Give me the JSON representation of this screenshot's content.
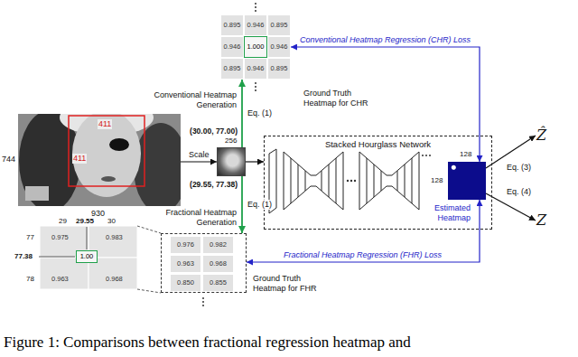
{
  "diagram": {
    "caption": "Figure 1: Comparisons between fractional regression heatmap and",
    "nodes": [
      {
        "text": [
          "411",
          "411"
        ]
      },
      {
        "text": [
          "(30.00, 77.00)",
          "(29.55, 77.38)"
        ]
      },
      {
        "text": [
          "Ground Truth Heatmap for CHR"
        ]
      },
      {
        "text": [
          "Ground Truth Heatmap for FHR"
        ]
      },
      {
        "text": [
          "Stacked Hourglass Network"
        ]
      },
      {
        "text": [
          "Estimated Heatmap"
        ],
        "in": 4
      },
      {
        "text": [
          "Ẑ"
        ]
      },
      {
        "text": [
          "Z"
        ]
      }
    ],
    "edges": [
      {
        "from": 0,
        "to": 1,
        "label": "Scale",
        "arrow": "to"
      },
      {
        "from": 1,
        "to": 2,
        "label": "Eq. (1)",
        "arrow": "to"
      },
      {
        "from": 1,
        "to": 3,
        "label": "Eq. (1)",
        "arrow": "to"
      },
      {
        "from": 1,
        "to": 4,
        "arrow": "to"
      },
      {
        "from": 2,
        "to": 5,
        "label": "Conventional Heatmap Regression (CHR) Loss",
        "arrow": "both"
      },
      {
        "from": 3,
        "to": 5,
        "label": "Fractional Heatmap Regression (FHR) Loss",
        "arrow": "both"
      },
      {
        "from": 5,
        "to": 6,
        "label": "Eq. (3)",
        "arrow": "to"
      },
      {
        "from": 5,
        "to": 7,
        "label": "Eq. (4)",
        "arrow": "to"
      }
    ],
    "labels": [
      "0.895",
      "0.946",
      "0.895",
      "0.946",
      "1.000",
      "0.946",
      "0.895",
      "0.946",
      "0.895",
      "Conventional Heatmap Generation",
      "Fractional Heatmap Generation",
      "744",
      "930",
      "256",
      "128",
      "128",
      "29",
      "29.55",
      "30",
      "77",
      "77.38",
      "78",
      "0.975",
      "0.983",
      "1.00",
      "0.963",
      "0.968",
      "0.976",
      "0.982",
      "0.963",
      "0.968",
      "0.850",
      "0.855"
    ]
  }
}
